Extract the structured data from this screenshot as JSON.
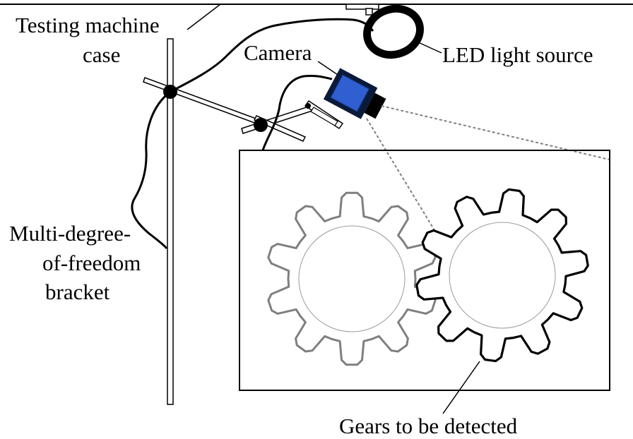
{
  "labels": {
    "case_line1": "Testing machine",
    "case_line2": "case",
    "camera": "Camera",
    "led": "LED light source",
    "bracket_line1": "Multi-degree-",
    "bracket_line2": "of-freedom",
    "bracket_line3": "bracket",
    "gears": "Gears to be detected"
  },
  "colors": {
    "camera_body": "#2f5fd0",
    "camera_frame": "#0a1a3a",
    "gear_left": "#7f7f7f",
    "gear_right": "#000000",
    "lines": "#000000",
    "view_ray": "#808080"
  },
  "gears": [
    {
      "name": "gear-left",
      "teeth": 10,
      "rotation_deg": 0
    },
    {
      "name": "gear-right",
      "teeth": 10,
      "rotation_deg": 8
    }
  ]
}
